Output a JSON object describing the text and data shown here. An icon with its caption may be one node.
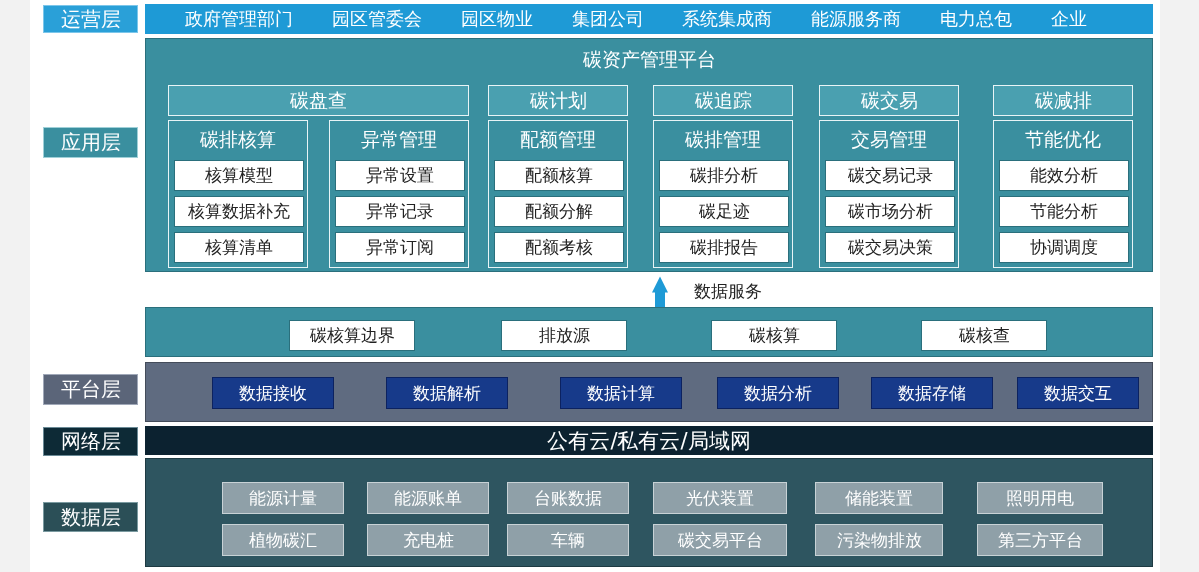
{
  "diagram": {
    "nodes": [
      {
        "text": [
          "运营层"
        ]
      },
      {
        "text": [
          "政府管理部门",
          "园区管委会",
          "园区物业",
          "集团公司",
          "系统集成商",
          "能源服务商",
          "电力总包",
          "企业"
        ]
      },
      {
        "text": [
          "应用层"
        ]
      },
      {
        "text": [
          "碳资产管理平台"
        ]
      },
      {
        "text": [
          "碳盘查"
        ],
        "in": 3
      },
      {
        "text": [
          "碳排核算"
        ],
        "in": 3
      },
      {
        "text": [
          "核算模型"
        ],
        "in": 5
      },
      {
        "text": [
          "核算数据补充"
        ],
        "in": 5
      },
      {
        "text": [
          "核算清单"
        ],
        "in": 5
      },
      {
        "text": [
          "异常管理"
        ],
        "in": 3
      },
      {
        "text": [
          "异常设置"
        ],
        "in": 9
      },
      {
        "text": [
          "异常记录"
        ],
        "in": 9
      },
      {
        "text": [
          "异常订阅"
        ],
        "in": 9
      },
      {
        "text": [
          "碳计划"
        ],
        "in": 3
      },
      {
        "text": [
          "配额管理"
        ],
        "in": 3
      },
      {
        "text": [
          "配额核算"
        ],
        "in": 14
      },
      {
        "text": [
          "配额分解"
        ],
        "in": 14
      },
      {
        "text": [
          "配额考核"
        ],
        "in": 14
      },
      {
        "text": [
          "碳追踪"
        ],
        "in": 3
      },
      {
        "text": [
          "碳排管理"
        ],
        "in": 3
      },
      {
        "text": [
          "碳排分析"
        ],
        "in": 19
      },
      {
        "text": [
          "碳足迹"
        ],
        "in": 19
      },
      {
        "text": [
          "碳排报告"
        ],
        "in": 19
      },
      {
        "text": [
          "碳交易"
        ],
        "in": 3
      },
      {
        "text": [
          "交易管理"
        ],
        "in": 3
      },
      {
        "text": [
          "碳交易记录"
        ],
        "in": 24
      },
      {
        "text": [
          "碳市场分析"
        ],
        "in": 24
      },
      {
        "text": [
          "碳交易决策"
        ],
        "in": 24
      },
      {
        "text": [
          "碳减排"
        ],
        "in": 3
      },
      {
        "text": [
          "节能优化"
        ],
        "in": 3
      },
      {
        "text": [
          "能效分析"
        ],
        "in": 29
      },
      {
        "text": [
          "节能分析"
        ],
        "in": 29
      },
      {
        "text": [
          "协调调度"
        ],
        "in": 29
      },
      {
        "text": [],
        "shape": "box"
      },
      {
        "text": [
          "碳核算边界"
        ],
        "in": 33
      },
      {
        "text": [
          "排放源"
        ],
        "in": 33
      },
      {
        "text": [
          "碳核算"
        ],
        "in": 33
      },
      {
        "text": [
          "碳核查"
        ],
        "in": 33
      },
      {
        "text": [
          "平台层"
        ]
      },
      {
        "text": [],
        "shape": "box"
      },
      {
        "text": [
          "数据接收"
        ],
        "in": 39
      },
      {
        "text": [
          "数据解析"
        ],
        "in": 39
      },
      {
        "text": [
          "数据计算"
        ],
        "in": 39
      },
      {
        "text": [
          "数据分析"
        ],
        "in": 39
      },
      {
        "text": [
          "数据存储"
        ],
        "in": 39
      },
      {
        "text": [
          "数据交互"
        ],
        "in": 39
      },
      {
        "text": [
          "网络层"
        ]
      },
      {
        "text": [
          "公有云/私有云/局域网"
        ]
      },
      {
        "text": [
          "数据层"
        ]
      },
      {
        "text": [],
        "shape": "box"
      },
      {
        "text": [
          "能源计量"
        ],
        "in": 49
      },
      {
        "text": [
          "能源账单"
        ],
        "in": 49
      },
      {
        "text": [
          "台账数据"
        ],
        "in": 49
      },
      {
        "text": [
          "光伏装置"
        ],
        "in": 49
      },
      {
        "text": [
          "储能装置"
        ],
        "in": 49
      },
      {
        "text": [
          "照明用电"
        ],
        "in": 49
      },
      {
        "text": [
          "植物碳汇"
        ],
        "in": 49
      },
      {
        "text": [
          "充电桩"
        ],
        "in": 49
      },
      {
        "text": [
          "车辆"
        ],
        "in": 49
      },
      {
        "text": [
          "碳交易平台"
        ],
        "in": 49
      },
      {
        "text": [
          "污染物排放"
        ],
        "in": 49
      },
      {
        "text": [
          "第三方平台"
        ],
        "in": 49
      }
    ],
    "edges": [
      {
        "from": 33,
        "to": 3,
        "arrow": "to",
        "label": "数据服务"
      }
    ]
  }
}
